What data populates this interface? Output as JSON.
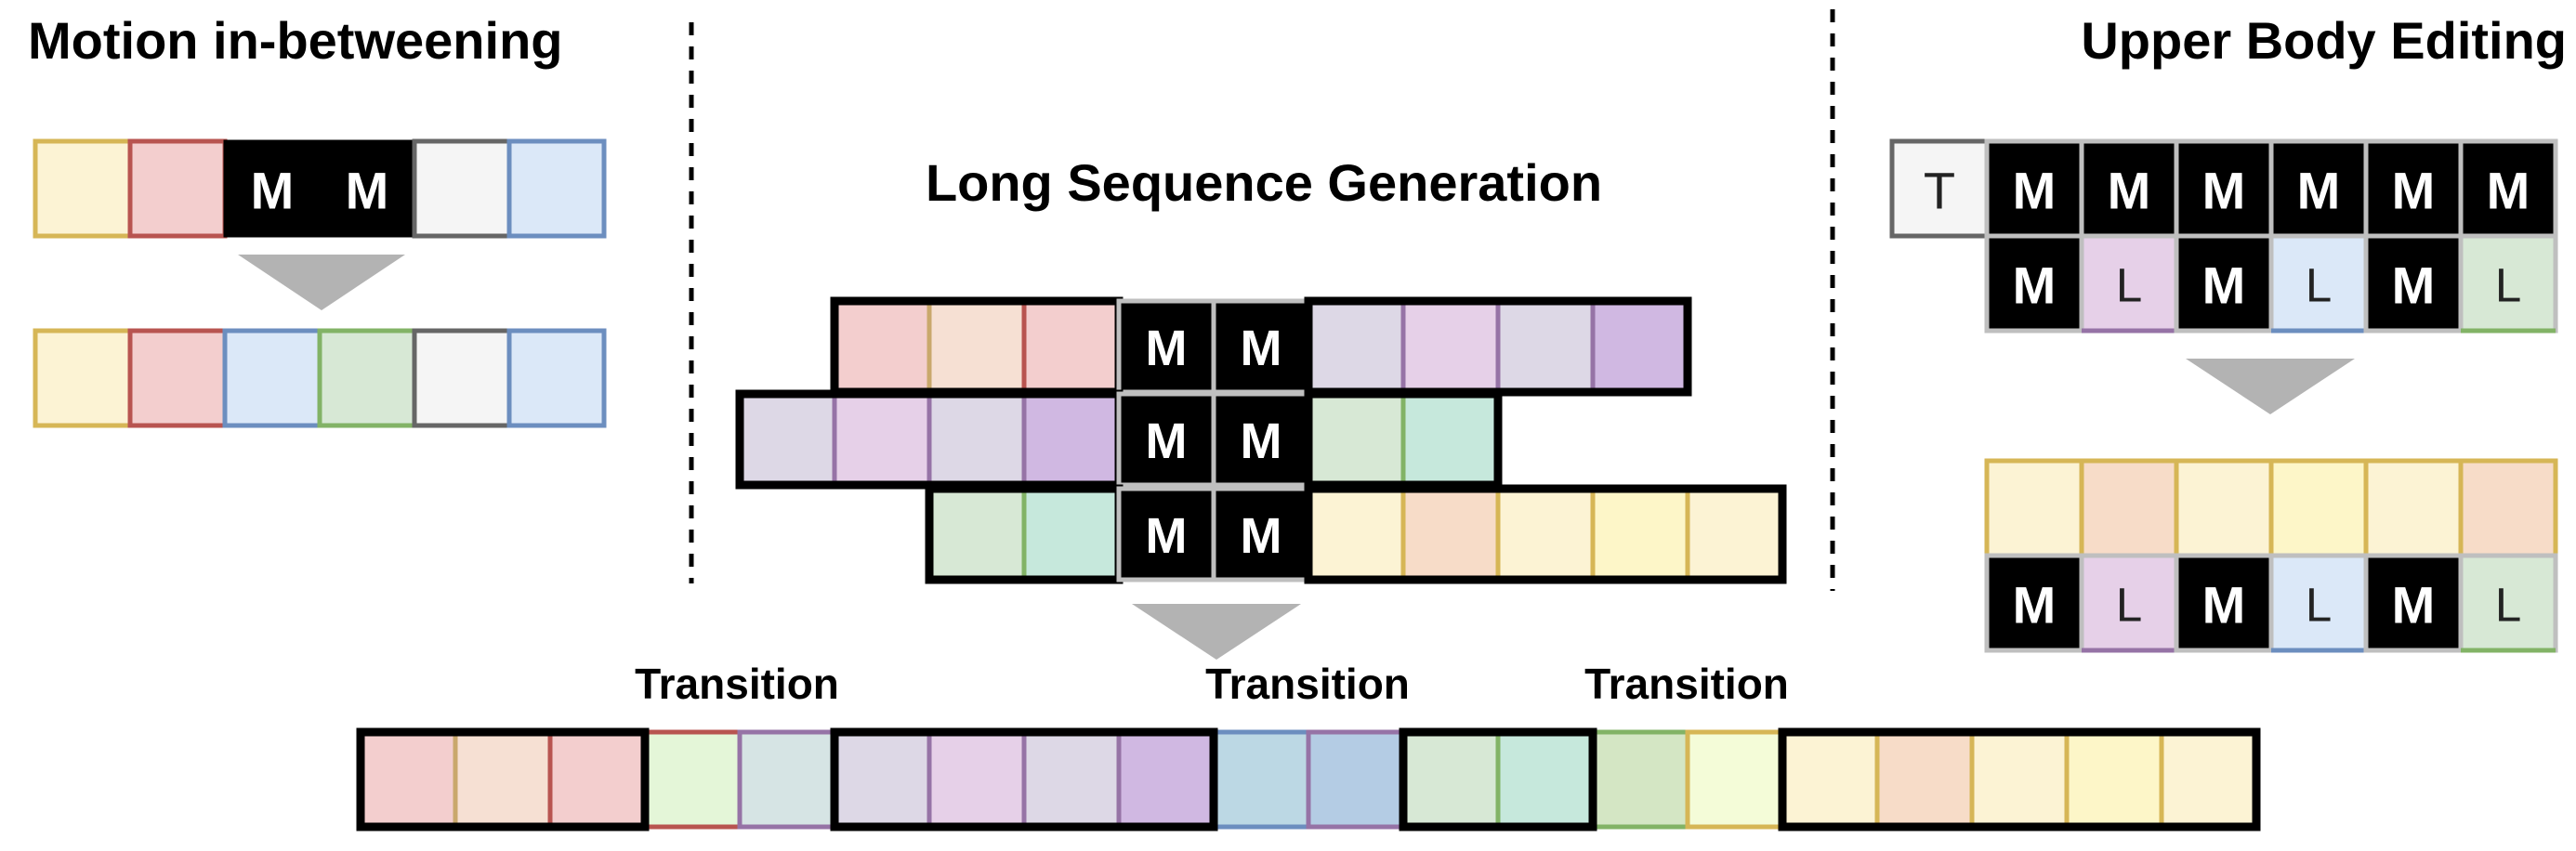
{
  "titles": {
    "inbetween": "Motion in-betweening",
    "long_seq": "Long Sequence Generation",
    "upper_body": "Upper Body Editing",
    "transition_1": "Transition",
    "transition_2": "Transition",
    "transition_3": "Transition"
  },
  "token_labels": {
    "mask": "M",
    "text": "T",
    "lower": "L"
  },
  "colors": {
    "yellow_fill": "#fcf3d4",
    "yellow_edge": "#d6b656",
    "red_fill": "#f3cece",
    "red_edge": "#b85450",
    "blue_fill": "#dbe8f8",
    "blue_edge": "#6c8ebf",
    "gray_fill": "#f5f5f5",
    "gray_edge": "#666666",
    "green_fill": "#d7e8d5",
    "green_edge": "#82b366",
    "purple_fill": "#e1d5e7",
    "purple_edge": "#9673a6",
    "mask_fill": "#000000",
    "arrow": "#b3b3b3"
  }
}
